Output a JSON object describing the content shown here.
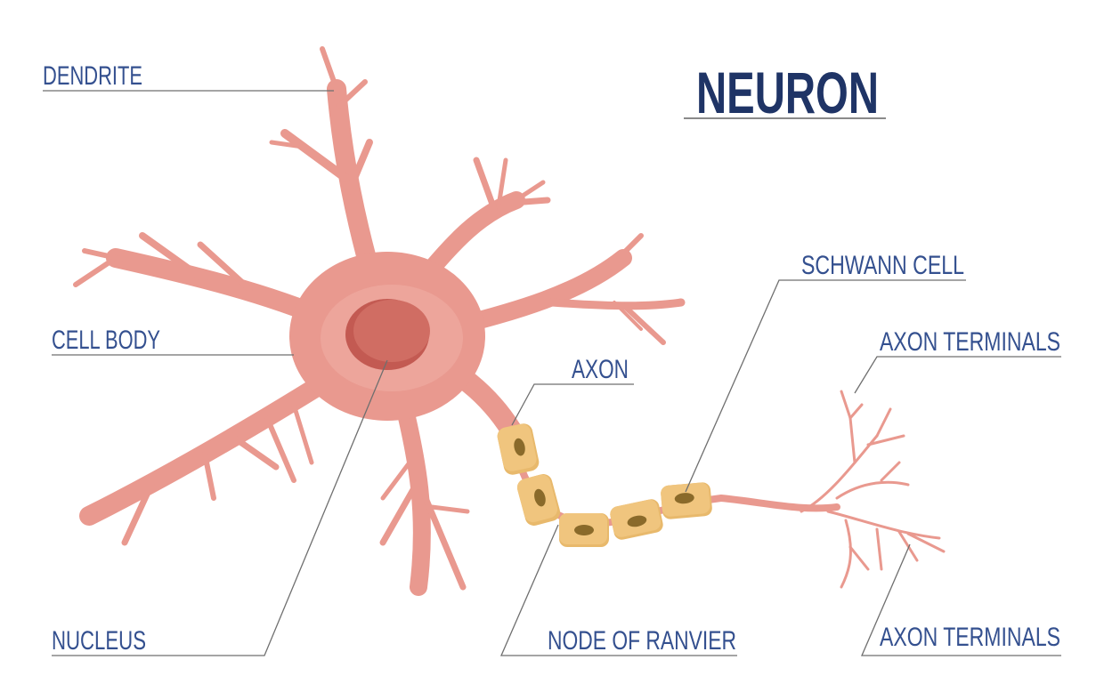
{
  "title": "NEURON",
  "labels": {
    "dendrite": "DENDRITE",
    "cell_body": "CELL BODY",
    "nucleus": "NUCLEUS",
    "axon": "AXON",
    "schwann_cell": "SCHWANN CELL",
    "axon_terminals_top": "AXON TERMINALS",
    "node_of_ranvier": "NODE OF RANVIER",
    "axon_terminals_bottom": "AXON TERMINALS"
  },
  "colors": {
    "neuron": "#e9998f",
    "nucleus": "#cf6a60",
    "schwann": "#f0c57e",
    "schwann_nucleus": "#8a6a2a",
    "label": "#34508f",
    "title": "#1f3466"
  }
}
